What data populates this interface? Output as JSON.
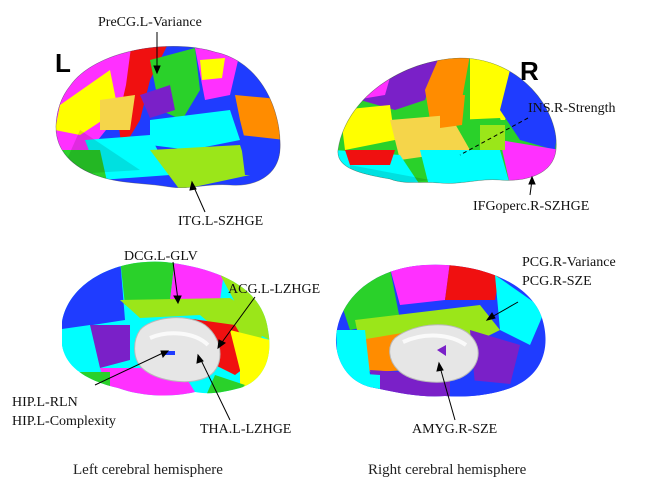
{
  "side_labels": {
    "left": "L",
    "right": "R"
  },
  "annotations": {
    "precg": "PreCG.L-Variance",
    "itg": "ITG.L-SZHGE",
    "ins": "INS.R-Strength",
    "ifg": "IFGoperc.R-SZHGE",
    "dcg": "DCG.L-GLV",
    "acg": "ACG.L-LZHGE",
    "hip_rln": "HIP.L-RLN",
    "hip_cx": "HIP.L-Complexity",
    "tha": "THA.L-LZHGE",
    "pcg_var": "PCG.R-Variance",
    "pcg_sze": "PCG.R-SZE",
    "amyg": "AMYG.R-SZE"
  },
  "captions": {
    "left": "Left cerebral hemisphere",
    "right": "Right cerebral hemisphere"
  },
  "region_colors": [
    "#f01010",
    "#ff8c00",
    "#ffff00",
    "#2ad12a",
    "#1f3cff",
    "#00ffff",
    "#ff30ff",
    "#7a20c8",
    "#9be619",
    "#f5d54a"
  ]
}
